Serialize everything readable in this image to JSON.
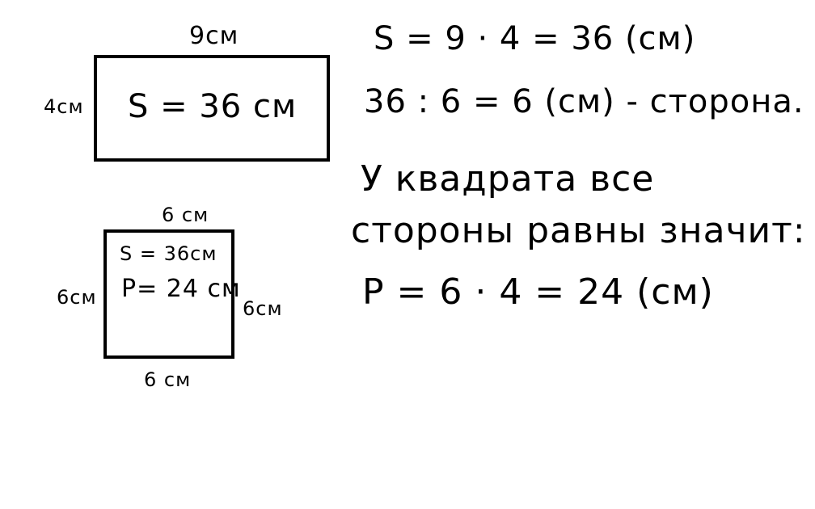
{
  "rect": {
    "top_label": "9см",
    "left_label": "4см",
    "inner_area": "S = 36 см"
  },
  "square": {
    "top_label": "6 см",
    "left_label": "6см",
    "right_label": "6см",
    "bottom_label": "6 см",
    "inner_area": "S = 36см",
    "inner_perimeter": "P= 24 см"
  },
  "solution": {
    "line1": "S = 9 · 4 = 36 (см)",
    "line2": "36 : 6 = 6 (см) - сторона.",
    "line3": "У квадрата все",
    "line4": "стороны равны значит:",
    "line5": "P = 6 · 4 = 24 (см)"
  },
  "colors": {
    "ink": "#000000",
    "background": "#ffffff"
  }
}
